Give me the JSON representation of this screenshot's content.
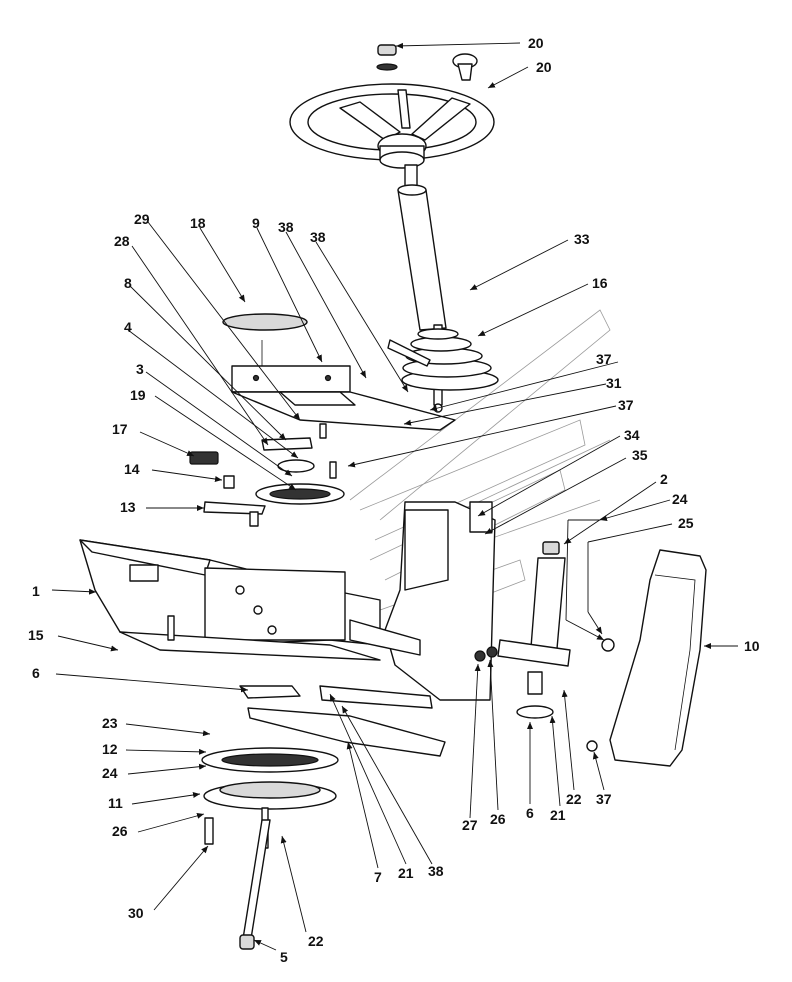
{
  "colors": {
    "line": "#111111",
    "ghost": "#9a9a9a",
    "shade": "#d9d9d9",
    "background": "#ffffff"
  },
  "callouts": [
    "20",
    "20",
    "33",
    "16",
    "29",
    "18",
    "9",
    "38",
    "38",
    "28",
    "8",
    "4",
    "3",
    "19",
    "37",
    "31",
    "37",
    "17",
    "14",
    "13",
    "34",
    "35",
    "2",
    "24",
    "25",
    "1",
    "15",
    "10",
    "6",
    "23",
    "12",
    "24",
    "11",
    "26",
    "30",
    "5",
    "22",
    "7",
    "21",
    "38",
    "27",
    "26",
    "6",
    "21",
    "22",
    "37"
  ]
}
